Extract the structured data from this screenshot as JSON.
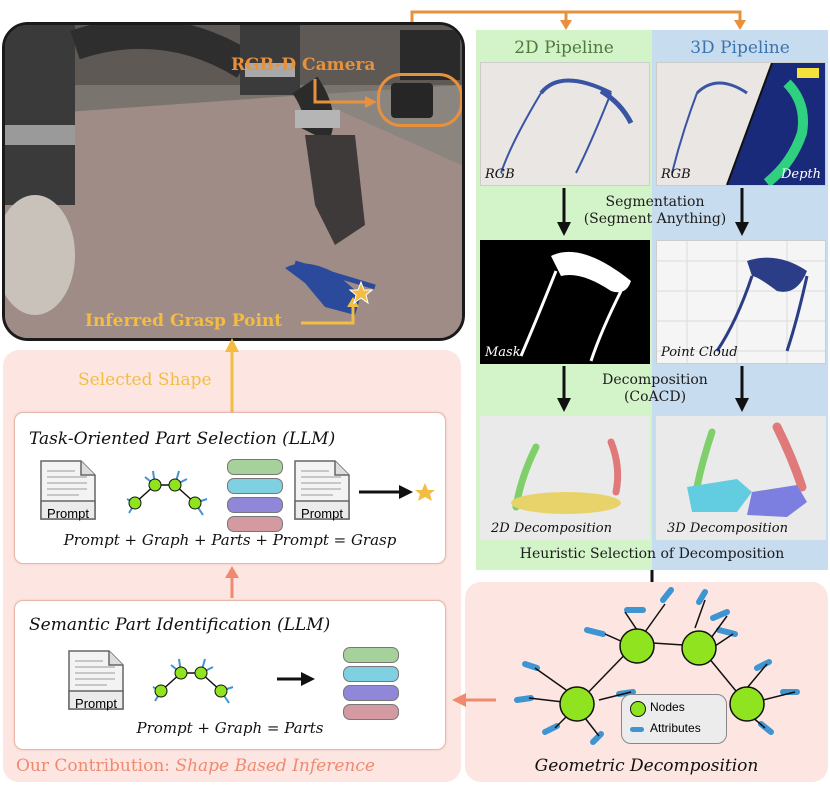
{
  "photo": {
    "camera_label": "RGB-D Camera",
    "grasp_label": "Inferred Grasp Point"
  },
  "pipeline_2d": {
    "title": "2D Pipeline",
    "rgb_caption": "RGB",
    "mask_caption": "Mask",
    "decomp_caption": "2D Decomposition"
  },
  "pipeline_3d": {
    "title": "3D Pipeline",
    "rgb_caption": "RGB",
    "depth_caption": "Depth",
    "pointcloud_caption": "Point Cloud",
    "decomp_caption": "3D Decomposition"
  },
  "steps": {
    "segmentation": "Segmentation",
    "segmentation_tool": "(Segment Anything)",
    "decomposition": "Decomposition",
    "decomposition_tool": "(CoACD)",
    "heuristic": "Heuristic Selection of Decomposition"
  },
  "contribution": {
    "selected_shape": "Selected Shape",
    "task_title": "Task-Oriented Part Selection (LLM)",
    "task_formula": "Prompt + Graph + Parts + Prompt = Grasp",
    "semantic_title": "Semantic Part Identification (LLM)",
    "semantic_formula": "Prompt + Graph = Parts",
    "prompt_label": "Prompt",
    "footer_prefix": "Our Contribution: ",
    "footer_highlight": "Shape Based Inference"
  },
  "geometric": {
    "title": "Geometric Decomposition",
    "legend_nodes": "Nodes",
    "legend_attributes": "Attributes"
  },
  "colors": {
    "orange": "#e8913c",
    "arrow_yellow": "#f2bd42",
    "arrow_salmon": "#ef8a70",
    "node_green": "#8fe31f",
    "attr_blue": "#3f94d2",
    "part_green": "#a7d19a",
    "part_cyan": "#7fd0e0",
    "part_purple": "#9087d8",
    "part_rose": "#d49aa1"
  }
}
